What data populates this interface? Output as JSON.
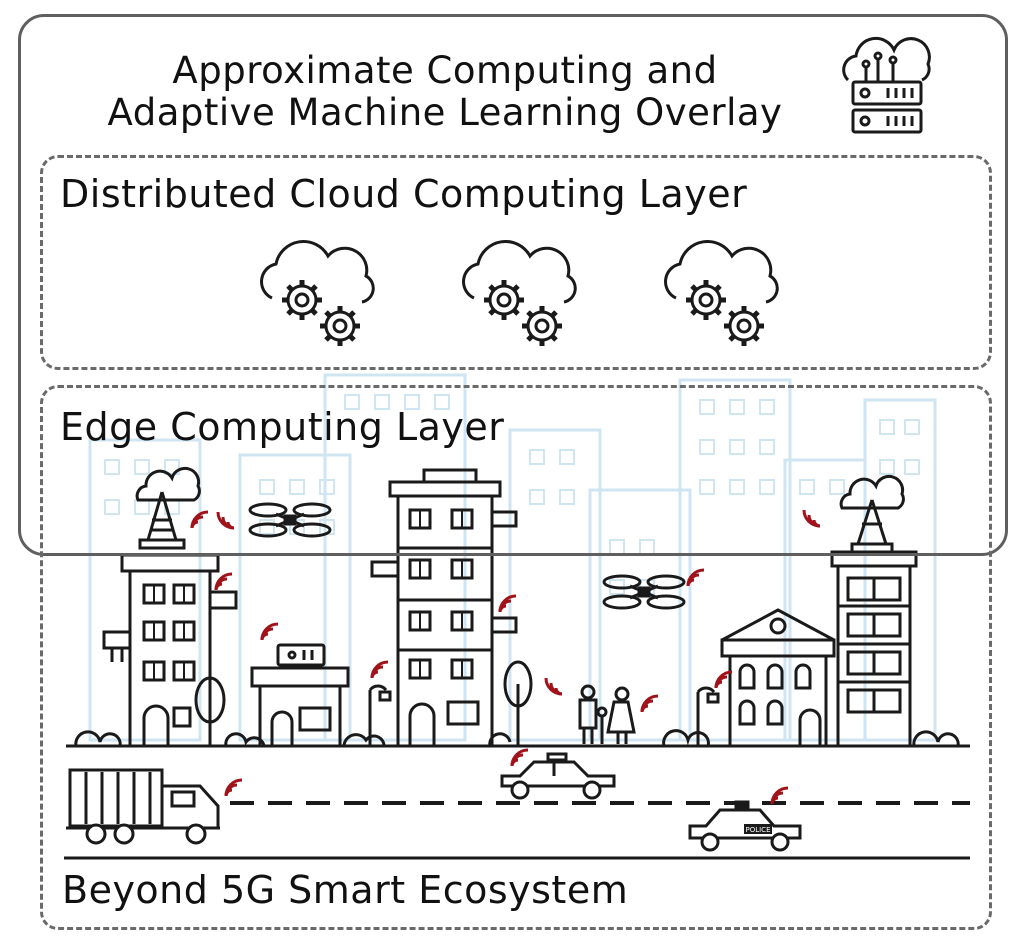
{
  "overlay": {
    "title_line1": "Approximate Computing and",
    "title_line2": "Adaptive Machine Learning Overlay",
    "icon": "cloud-server-icon"
  },
  "cloud_layer": {
    "title": "Distributed Cloud Computing Layer",
    "icons": [
      "cloud-gears-icon",
      "cloud-gears-icon",
      "cloud-gears-icon"
    ]
  },
  "edge_layer": {
    "title": "Edge Computing Layer"
  },
  "ecosystem": {
    "title": "Beyond 5G Smart Ecosystem",
    "police_label": "POLICE"
  },
  "colors": {
    "line": "#1a1a1a",
    "frame": "#5f5f5f",
    "signal": "#a0131b",
    "background_city": "#cfe6f2"
  }
}
